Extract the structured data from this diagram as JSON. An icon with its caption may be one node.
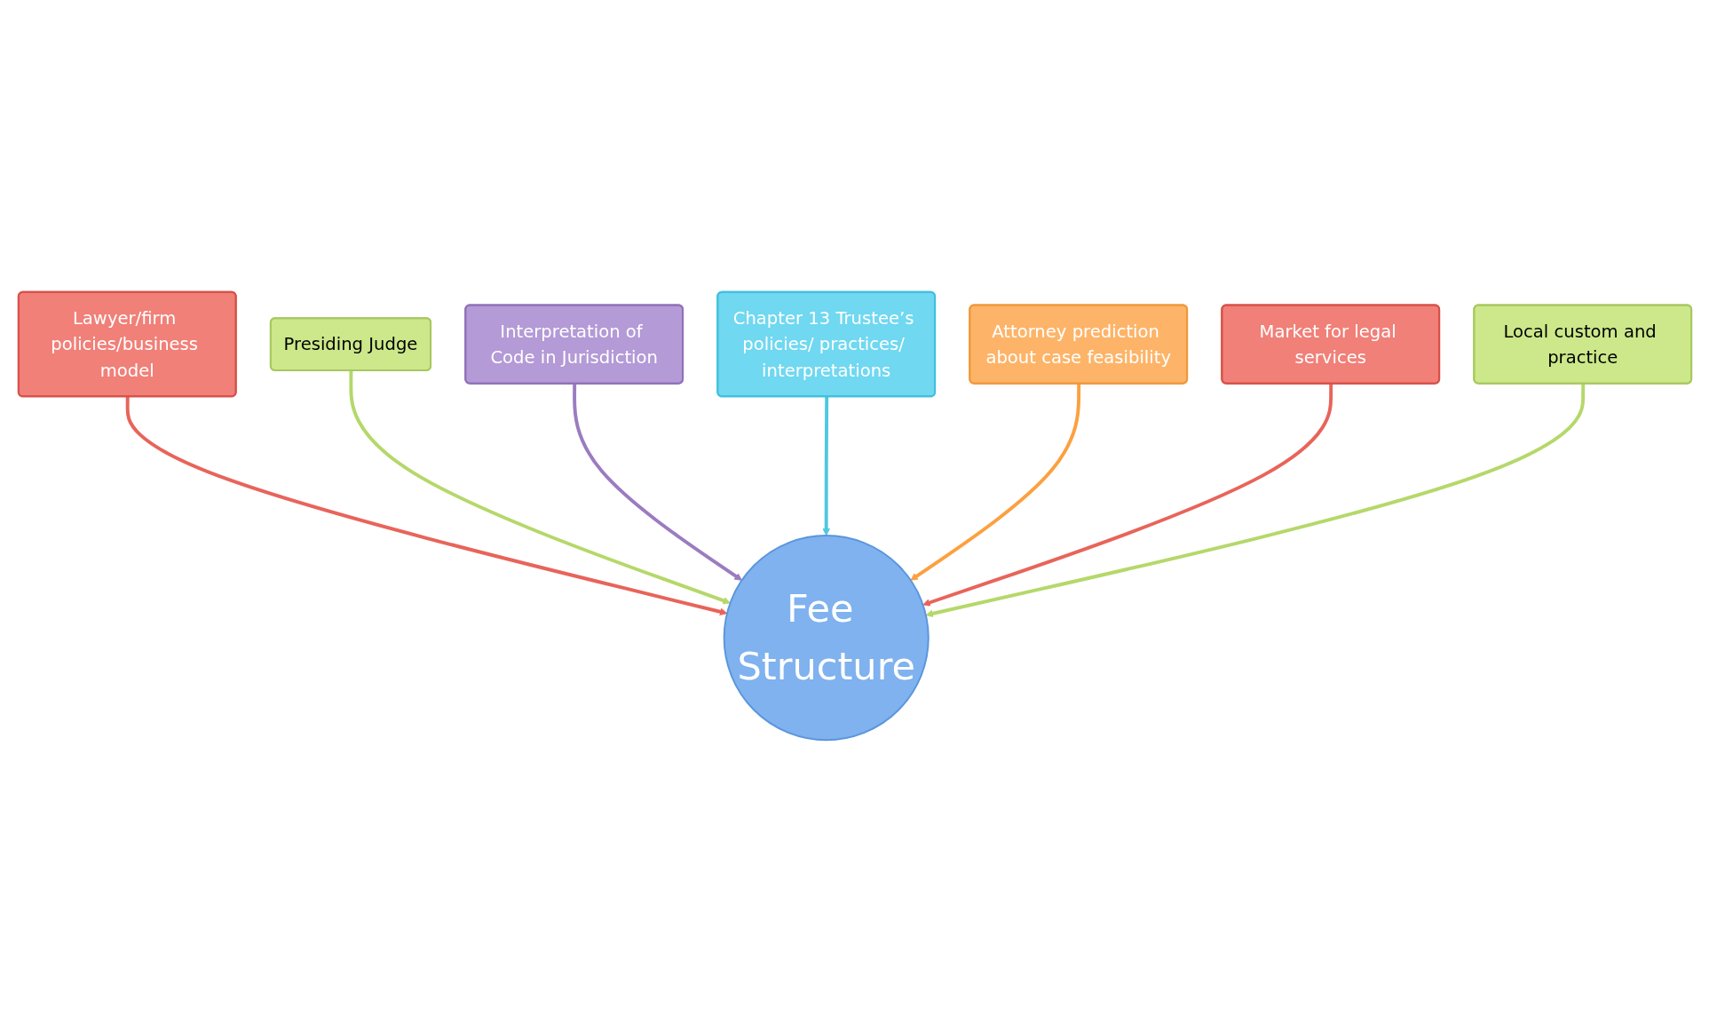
{
  "diagram": {
    "nodes": [
      {
        "text": [
          "Lawyer/firm policies/business model"
        ]
      },
      {
        "text": [
          "Presiding Judge"
        ]
      },
      {
        "text": [
          "Interpretation of Code in Jurisdiction"
        ]
      },
      {
        "text": [
          "Chapter 13 Trustee’s policies/ practices/ interpretations"
        ]
      },
      {
        "text": [
          "Attorney prediction about case feasibility"
        ]
      },
      {
        "text": [
          "Market for legal services"
        ]
      },
      {
        "text": [
          "Local custom and practice"
        ]
      },
      {
        "text": [
          "Fee Structure"
        ]
      }
    ],
    "edges": [
      {
        "from": 0,
        "to": 7,
        "arrow": "to",
        "color": "#e8645a"
      },
      {
        "from": 1,
        "to": 7,
        "arrow": "to",
        "color": "#b5d86a"
      },
      {
        "from": 2,
        "to": 7,
        "arrow": "to",
        "color": "#9b7cc0"
      },
      {
        "from": 3,
        "to": 7,
        "arrow": "to",
        "color": "#4fc8e0"
      },
      {
        "from": 4,
        "to": 7,
        "arrow": "to",
        "color": "#fca040"
      },
      {
        "from": 5,
        "to": 7,
        "arrow": "to",
        "color": "#e8645a"
      },
      {
        "from": 6,
        "to": 7,
        "arrow": "to",
        "color": "#b5d86a"
      }
    ]
  }
}
